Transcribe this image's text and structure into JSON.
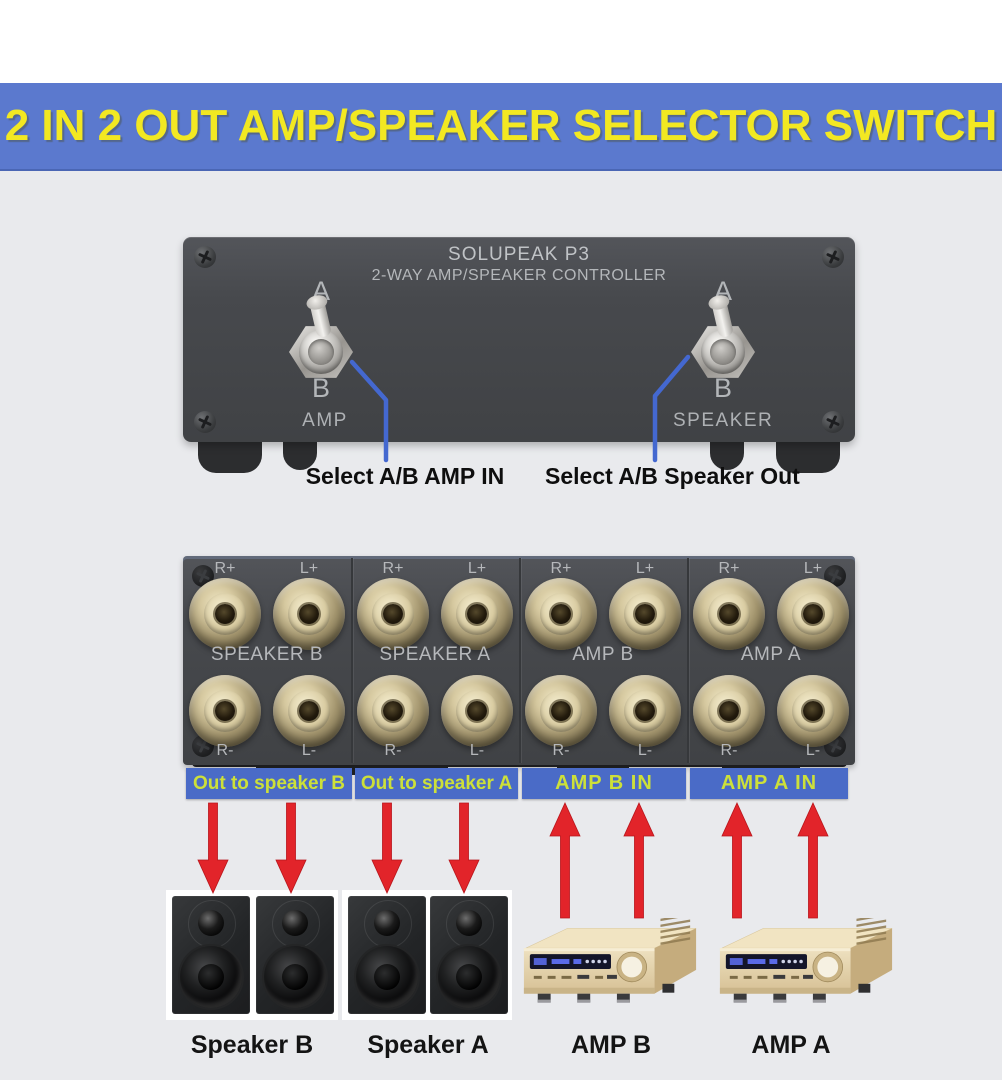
{
  "banner": {
    "title": "2 IN 2 OUT AMP/SPEAKER SELECTOR SWITCH"
  },
  "front_panel": {
    "brand": "SOLUPEAK P3",
    "subtitle": "2-WAY AMP/SPEAKER CONTROLLER",
    "switches": [
      {
        "pos_top": "A",
        "pos_bottom": "B",
        "label": "AMP",
        "callout": "Select A/B AMP IN"
      },
      {
        "pos_top": "A",
        "pos_bottom": "B",
        "label": "SPEAKER",
        "callout": "Select A/B Speaker Out"
      }
    ]
  },
  "rear_panel": {
    "terminals": {
      "tl": "R+",
      "tr": "L+",
      "bl": "R-",
      "br": "L-"
    },
    "sections": [
      {
        "name": "SPEAKER B",
        "tag": "Out to speaker B",
        "direction": "down"
      },
      {
        "name": "SPEAKER A",
        "tag": "Out to speaker A",
        "direction": "down"
      },
      {
        "name": "AMP B",
        "tag": "AMP B IN",
        "direction": "up"
      },
      {
        "name": "AMP A",
        "tag": "AMP A IN",
        "direction": "up"
      }
    ]
  },
  "devices": [
    {
      "label": "Speaker B",
      "type": "speaker-pair"
    },
    {
      "label": "Speaker A",
      "type": "speaker-pair"
    },
    {
      "label": "AMP B",
      "type": "amplifier"
    },
    {
      "label": "AMP A",
      "type": "amplifier"
    }
  ],
  "colors": {
    "banner_bg": "#5b79ce",
    "banner_text": "#f2e822",
    "page_bg": "#e9eaed",
    "panel_gray": "#4a4c4f",
    "tag_bg": "#4a6bc7",
    "tag_text": "#cde039",
    "arrow_red": "#e2242a",
    "callout_blue": "#4468d0"
  }
}
